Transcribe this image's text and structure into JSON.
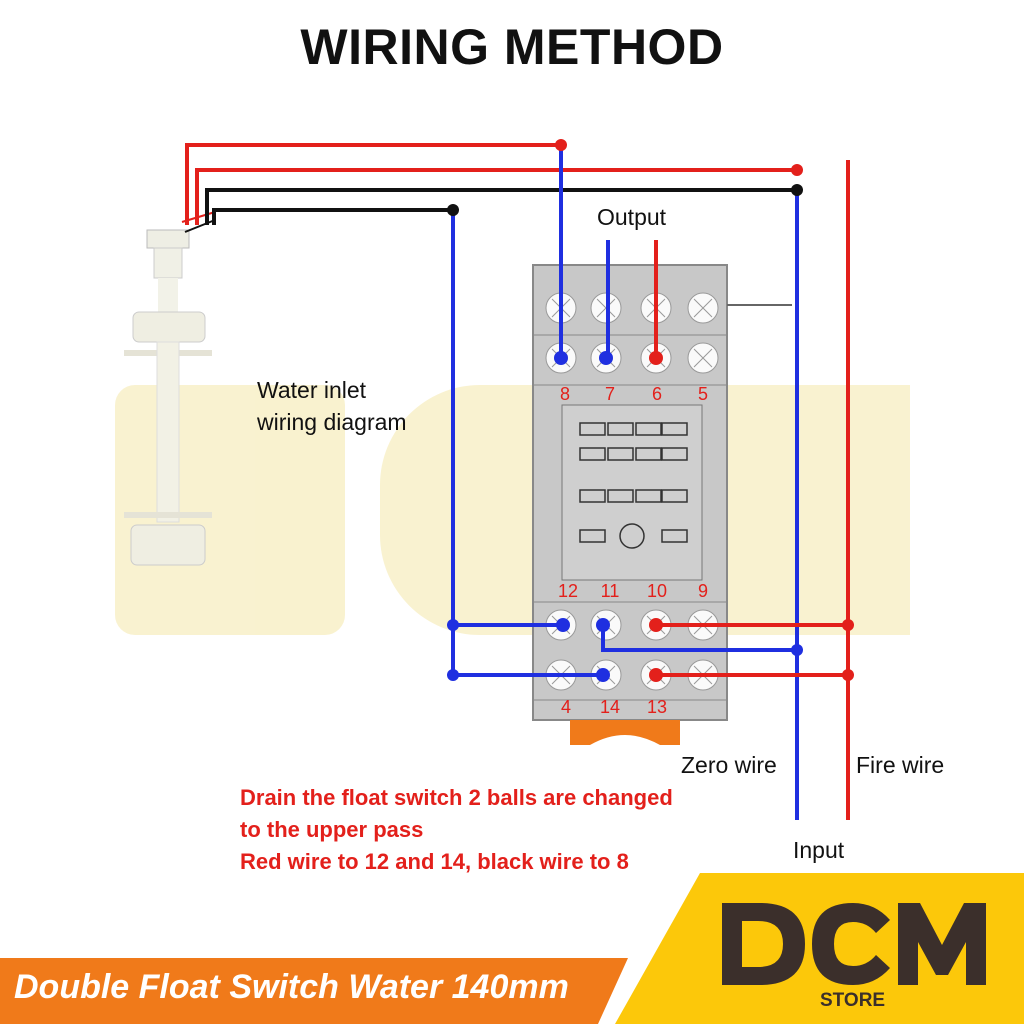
{
  "title": "WIRING METHOD",
  "labels": {
    "output": "Output",
    "water_inlet_line1": "Water inlet",
    "water_inlet_line2": "wiring diagram",
    "zero_wire": "Zero wire",
    "fire_wire": "Fire wire",
    "input": "Input"
  },
  "relay": {
    "top_terminals": [
      "8",
      "7",
      "6",
      "5"
    ],
    "bottom_upper_terminals": [
      "12",
      "11",
      "10",
      "9"
    ],
    "bottom_lower_terminals": [
      "4",
      "14",
      "13"
    ]
  },
  "instructions": [
    "Drain the float switch 2 balls are changed",
    "to the upper pass",
    "Red wire to 12 and 14, black wire to 8"
  ],
  "banner": {
    "product_name": "Double Float Switch Water 140mm"
  },
  "logo": {
    "brand": "DCM",
    "sub": "STORE"
  },
  "colors": {
    "red_wire": "#e3201b",
    "blue_wire": "#1f2fe0",
    "black_wire": "#111111",
    "banner_orange": "#f07a1a",
    "logo_yellow": "#fcc80a",
    "logo_dark": "#3b2f2b"
  }
}
